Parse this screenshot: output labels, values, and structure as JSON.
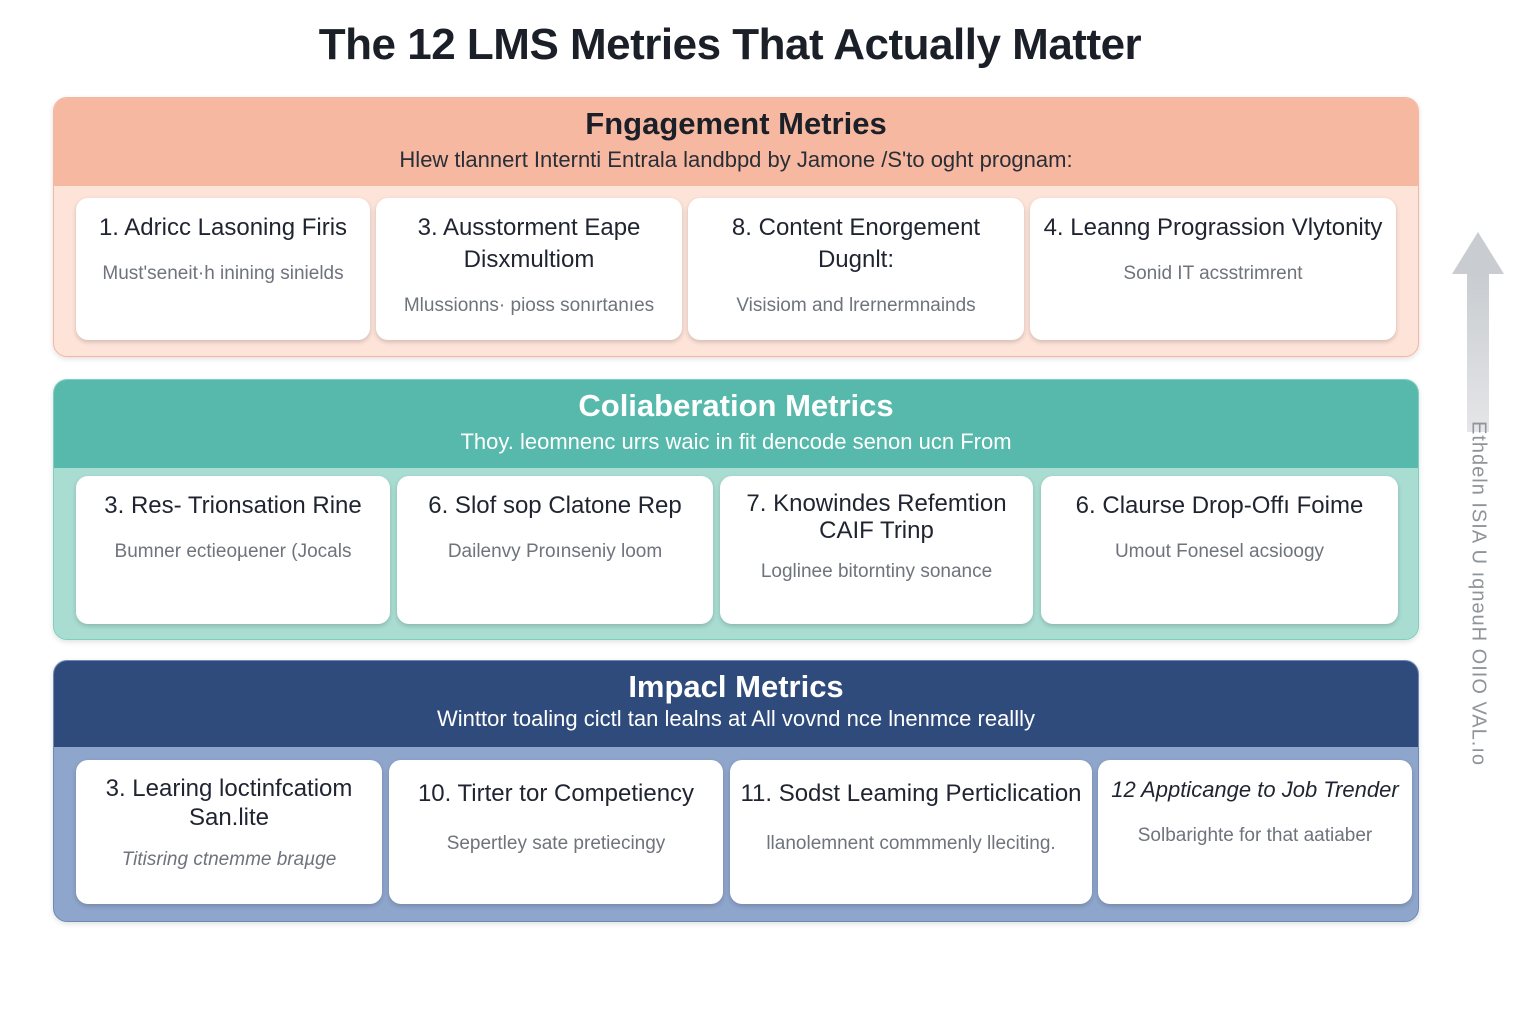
{
  "title": "The 12 LMS Metries That Actually Matter",
  "bands": {
    "engagement": {
      "title": "Fngagement Metries",
      "subtitle": "Hlew tlannert Internti Entrala landbpd by Jamone /S'to oght prognam:",
      "cards": [
        {
          "title": "1. Adricc Lasoning Firis",
          "desc": "Must'seneit·h inining sinields"
        },
        {
          "title": "3. Ausstorment Eape Disxmultiom",
          "desc": "Mlussionns· pioss sonırtanıes"
        },
        {
          "title": "8. Content Enorgement Dugnlt:",
          "desc": "Visisiom and lrernermnainds"
        },
        {
          "title": "4. Leanng  Prograssion Vlytonity",
          "desc": "Sonid IT acsstrimrent"
        }
      ]
    },
    "collaboration": {
      "title": "Coliaberation Metrics",
      "subtitle": "Thoy. leomnenc urrs waic in fit  dencode senon ucn From",
      "cards": [
        {
          "title": "3. Res- Trionsation Rine",
          "desc": "Bumner ectieoµener (Jocals"
        },
        {
          "title": "6. Slof  sop Clatone Rep",
          "desc": "Dailenvy Proınseniy loom"
        },
        {
          "title": "7. Knowindes Refemtion CAIF Trinp",
          "desc": "Loglinee  bitorntiny sonance"
        },
        {
          "title": "6. Claurse Drop-Offı Foime",
          "desc": "Umout Fonesel acsioogy"
        }
      ]
    },
    "impact": {
      "title": "Impacl Metrics",
      "subtitle": "Winttor toaling cictl tan lealns at All vovnd nce lnenmce reallly",
      "cards": [
        {
          "title": "3. Learing loctinfcatiom San.lite",
          "desc": "Titisring ctnemme braµge"
        },
        {
          "title": "10. Tirter tor Competiency",
          "desc": "Sepertley sate pretiecingy"
        },
        {
          "title": "11. Sodst Leaming Perticlication",
          "desc": "llanolemnent commmenly lleciting."
        },
        {
          "title": "12  Appticange to Job Trender",
          "desc": "Solbarighte for that aatiaber"
        }
      ]
    }
  },
  "side_arrow": {
    "label": "Ethdeln ISIA U ıqnəuH OIIO VAL.ıo",
    "color": "#c9ccd0"
  },
  "colors": {
    "engagement_header": "#f7b8a1",
    "collaboration_header": "#56b9ab",
    "impact_header": "#2e4b7c"
  }
}
